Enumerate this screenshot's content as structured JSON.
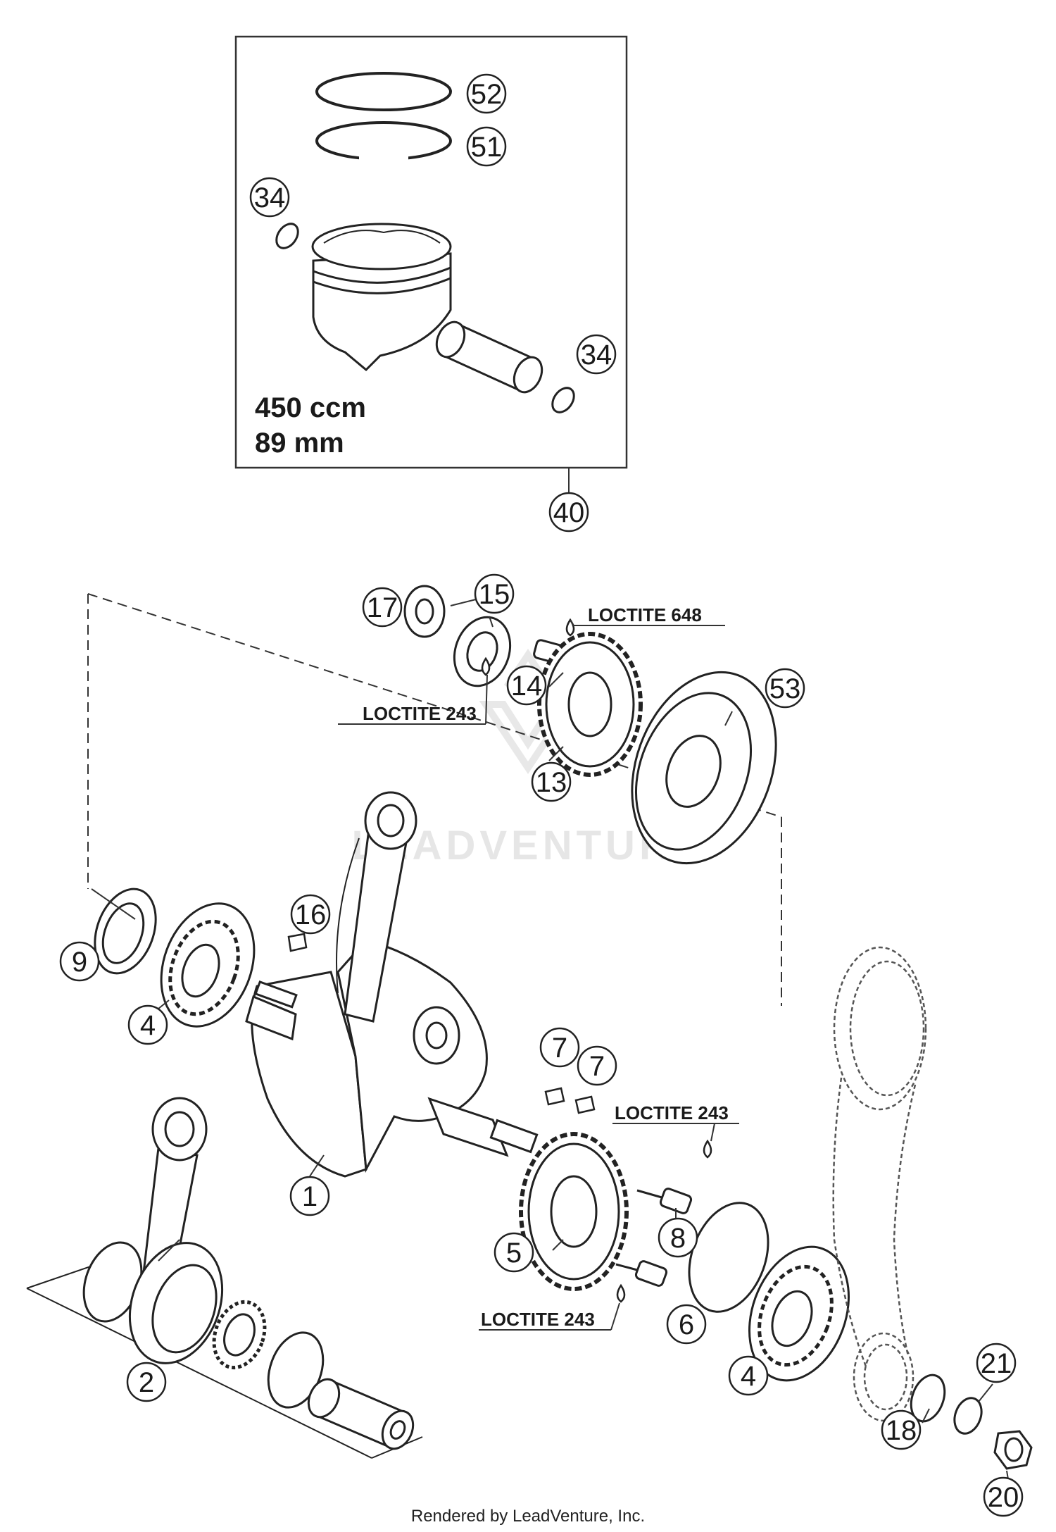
{
  "piston_box": {
    "displacement": "450 ccm",
    "bore": "89 mm"
  },
  "callouts": [
    {
      "key": "c52",
      "label": "52"
    },
    {
      "key": "c51",
      "label": "51"
    },
    {
      "key": "c34a",
      "label": "34"
    },
    {
      "key": "c34b",
      "label": "34"
    },
    {
      "key": "c40",
      "label": "40"
    },
    {
      "key": "c17",
      "label": "17"
    },
    {
      "key": "c15",
      "label": "15"
    },
    {
      "key": "c14",
      "label": "14"
    },
    {
      "key": "c13",
      "label": "13"
    },
    {
      "key": "c53",
      "label": "53"
    },
    {
      "key": "c16",
      "label": "16"
    },
    {
      "key": "c9",
      "label": "9"
    },
    {
      "key": "c4a",
      "label": "4"
    },
    {
      "key": "c1",
      "label": "1"
    },
    {
      "key": "c7a",
      "label": "7"
    },
    {
      "key": "c7b",
      "label": "7"
    },
    {
      "key": "c5",
      "label": "5"
    },
    {
      "key": "c8",
      "label": "8"
    },
    {
      "key": "c6",
      "label": "6"
    },
    {
      "key": "c4b",
      "label": "4"
    },
    {
      "key": "c2",
      "label": "2"
    },
    {
      "key": "c21",
      "label": "21"
    },
    {
      "key": "c18",
      "label": "18"
    },
    {
      "key": "c20",
      "label": "20"
    }
  ],
  "loctite_labels": [
    {
      "key": "l648",
      "label": "LOCTITE 648"
    },
    {
      "key": "l243a",
      "label": "LOCTITE 243"
    },
    {
      "key": "l243b",
      "label": "LOCTITE 243"
    },
    {
      "key": "l243c",
      "label": "LOCTITE 243"
    }
  ],
  "watermark": "LEADVENTURE",
  "credit": "Rendered by LeadVenture, Inc."
}
